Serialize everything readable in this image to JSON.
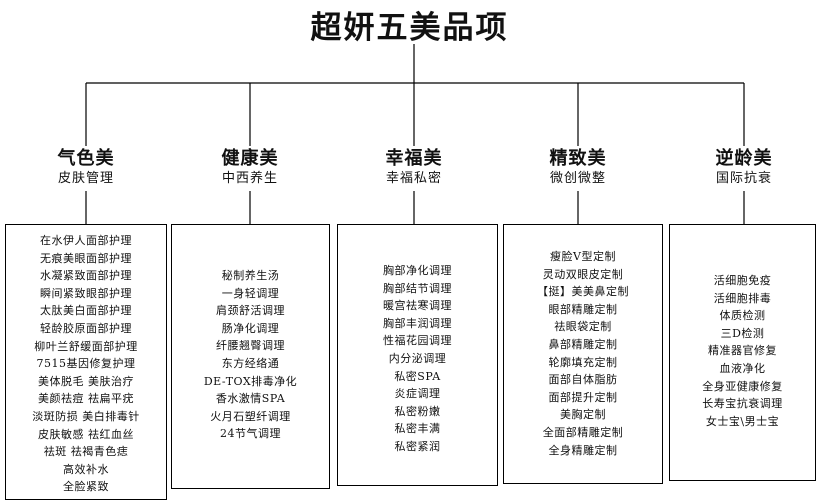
{
  "title": "超妍五美品项",
  "columns": [
    {
      "name": "气色美",
      "subtitle": "皮肤管理",
      "items": [
        "在水伊人面部护理",
        "无痕美眼面部护理",
        "水凝紧致面部护理",
        "瞬间紧致眼部护理",
        "太肽美白面部护理",
        "轻龄胶原面部护理",
        "柳叶兰舒缓面部护理",
        "7515基因修复护理",
        "美体脱毛  美肤治疗",
        "美颜祛痘  祛扁平疣",
        "淡斑防损  美白排毒针",
        "皮肤敏感  祛红血丝",
        "祛斑    祛褐青色痣",
        "高效补水",
        "全脸紧致"
      ]
    },
    {
      "name": "健康美",
      "subtitle": "中西养生",
      "items": [
        "秘制养生汤",
        "一身轻调理",
        "肩颈舒活调理",
        "肠净化调理",
        "纤腰翘臀调理",
        "东方经络通",
        "DE-TOX排毒净化",
        "香水激情SPA",
        "火月石塑纤调理",
        "24节气调理"
      ]
    },
    {
      "name": "幸福美",
      "subtitle": "幸福私密",
      "items": [
        "胸部净化调理",
        "胸部结节调理",
        "暖宫祛寒调理",
        "胸部丰润调理",
        "性福花园调理",
        "内分泌调理",
        "私密SPA",
        "炎症调理",
        "私密粉嫩",
        "私密丰满",
        "私密紧润"
      ]
    },
    {
      "name": "精致美",
      "subtitle": "微创微整",
      "items": [
        "瘦脸V型定制",
        "灵动双眼皮定制",
        "【挺】美美鼻定制",
        "眼部精雕定制",
        "祛眼袋定制",
        "鼻部精雕定制",
        "轮廓填充定制",
        "面部自体脂肪",
        "面部提升定制",
        "美胸定制",
        "全面部精雕定制",
        "全身精雕定制"
      ]
    },
    {
      "name": "逆龄美",
      "subtitle": "国际抗衰",
      "items": [
        "活细胞免疫",
        "活细胞排毒",
        "体质检测",
        "三D检测",
        "精准器官修复",
        "血液净化",
        "全身亚健康修复",
        "长寿宝抗衰调理",
        "女士宝\\男士宝"
      ]
    }
  ]
}
